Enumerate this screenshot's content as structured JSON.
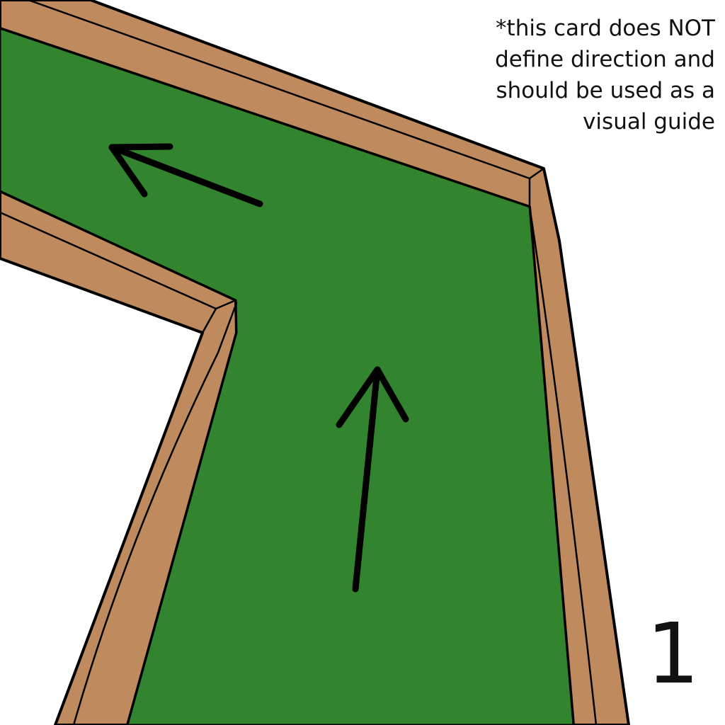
{
  "card": {
    "disclaimer_lines": [
      "*this card does NOT",
      "define direction and",
      "should be used as a",
      "visual guide"
    ],
    "number": "1"
  },
  "colors": {
    "felt": "#32852e",
    "rail": "#be8a5e",
    "outline": "#000000",
    "background": "#ffffff"
  },
  "icons": {
    "arrow_up": "arrow-up-icon",
    "arrow_left": "arrow-left-icon"
  }
}
